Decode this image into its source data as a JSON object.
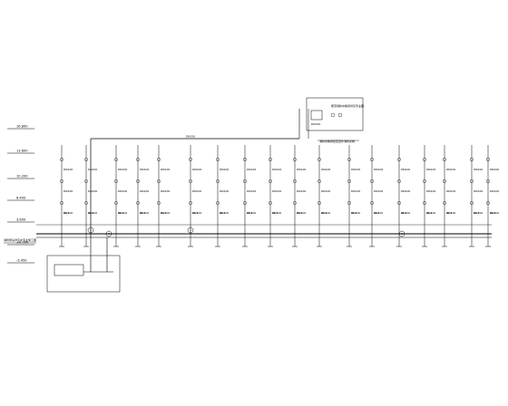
{
  "levels": [
    {
      "id": "roof",
      "elev": "16.800"
    },
    {
      "id": "f5",
      "elev": "13.600"
    },
    {
      "id": "f4",
      "elev": "10.200"
    },
    {
      "id": "f3",
      "elev": "6.400"
    },
    {
      "id": "f2",
      "elev": "3.600"
    },
    {
      "id": "f1",
      "elev": "±0.000"
    },
    {
      "id": "base",
      "elev": "-3.450"
    }
  ],
  "tank_block": {
    "title": "屋顶消防水箱间详见专业图",
    "pipe_label": "DN150",
    "note": "消防水箱间接至室外消防系统"
  },
  "main_pipe_label": "DN150",
  "riser_label": "DN100",
  "riser_tag": "XL-1",
  "pump_note": "消防泵房详见水专业施工图",
  "circle_tags": [
    "1",
    "1",
    "1",
    "1"
  ],
  "colors": {
    "line": "#000000",
    "background": "#ffffff"
  }
}
